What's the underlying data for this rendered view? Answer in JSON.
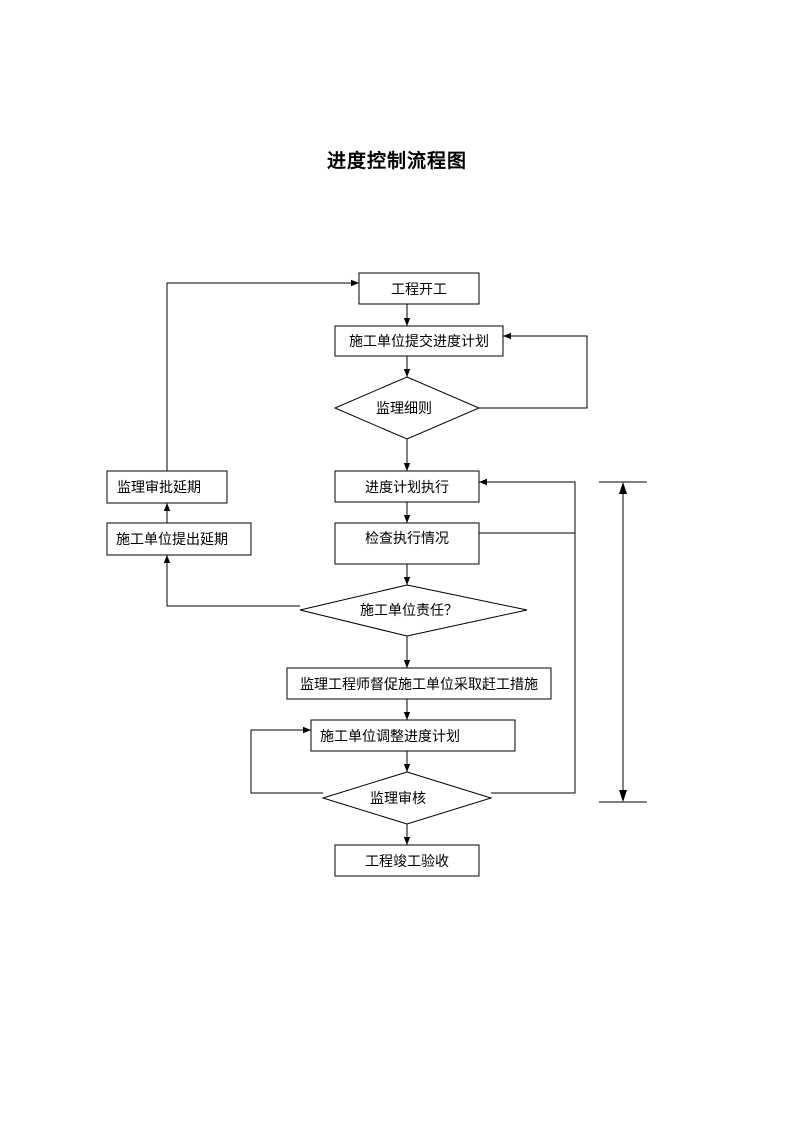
{
  "title": "进度控制流程图",
  "nodes": {
    "start": "工程开工",
    "submit_plan": "施工单位提交进度计划",
    "review_rules": "监理细则",
    "execute_plan": "进度计划执行",
    "check_execution": "检查执行情况",
    "responsibility": "施工单位责任？",
    "urge_measures": "监理工程师督促施工单位采取赶工措施",
    "adjust_plan": "施工单位调整进度计划",
    "supervisor_review": "监理审核",
    "completion": "工程竣工验收",
    "propose_extension": "施工单位提出延期",
    "approve_extension": "监理审批延期"
  }
}
